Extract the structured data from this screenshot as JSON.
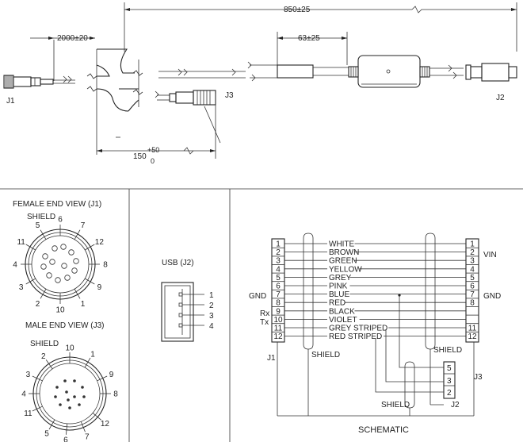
{
  "dims": {
    "overall": "850±25",
    "cable_left": "2000±20",
    "dongle_offset": "63±25",
    "j3_length": "150",
    "j3_tol_plus": "+50",
    "j3_tol_minus": "0"
  },
  "connectors": {
    "j1": "J1",
    "j2": "J2",
    "j3": "J3"
  },
  "female_view": {
    "title": "FEMALE END VIEW (J1)",
    "shield": "SHIELD",
    "pins": [
      "1",
      "2",
      "3",
      "4",
      "5",
      "6",
      "7",
      "8",
      "9",
      "10",
      "11",
      "12"
    ]
  },
  "male_view": {
    "title": "MALE END VIEW (J3)",
    "shield": "SHIELD",
    "pins": [
      "1",
      "2",
      "3",
      "4",
      "5",
      "6",
      "7",
      "8",
      "9",
      "10",
      "11",
      "12"
    ]
  },
  "usb": {
    "title": "USB (J2)",
    "pins": [
      "1",
      "2",
      "3",
      "4"
    ]
  },
  "schematic": {
    "title": "SCHEMATIC",
    "j1_pins": [
      "1",
      "2",
      "3",
      "4",
      "5",
      "6",
      "7",
      "8",
      "9",
      "10",
      "11",
      "12"
    ],
    "wires": [
      "WHITE",
      "BROWN",
      "GREEN",
      "YELLOW",
      "GREY",
      "PINK",
      "BLUE",
      "RED",
      "BLACK",
      "VIOLET",
      "GREY STRIPED",
      "RED STRIPED"
    ],
    "j2_pins": [
      "1",
      "2",
      "3",
      "4",
      "5",
      "6",
      "7",
      "8",
      "",
      "",
      "11",
      "12"
    ],
    "left_labels": {
      "gnd": "GND",
      "rx": "Rx",
      "tx": "Tx"
    },
    "right_labels": {
      "vin": "VIN",
      "gnd": "GND"
    },
    "j1": "J1",
    "j2": "J2",
    "j3": "J3",
    "shield": "SHIELD",
    "j3_pins": [
      "5",
      "3",
      "2"
    ]
  }
}
